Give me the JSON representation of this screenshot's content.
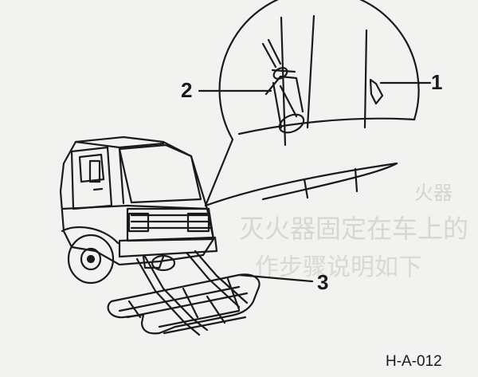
{
  "callouts": {
    "one": "1",
    "two": "2",
    "three": "3"
  },
  "figure_code": "H-A-012",
  "background_text": {
    "line1": "火器",
    "line2": "灭火器固定在车上的",
    "line3": "作步骤说明如下"
  },
  "colors": {
    "ink": "#1a1a1a",
    "paper": "#f2f2f0",
    "faint_text": "#d8d8d4"
  }
}
